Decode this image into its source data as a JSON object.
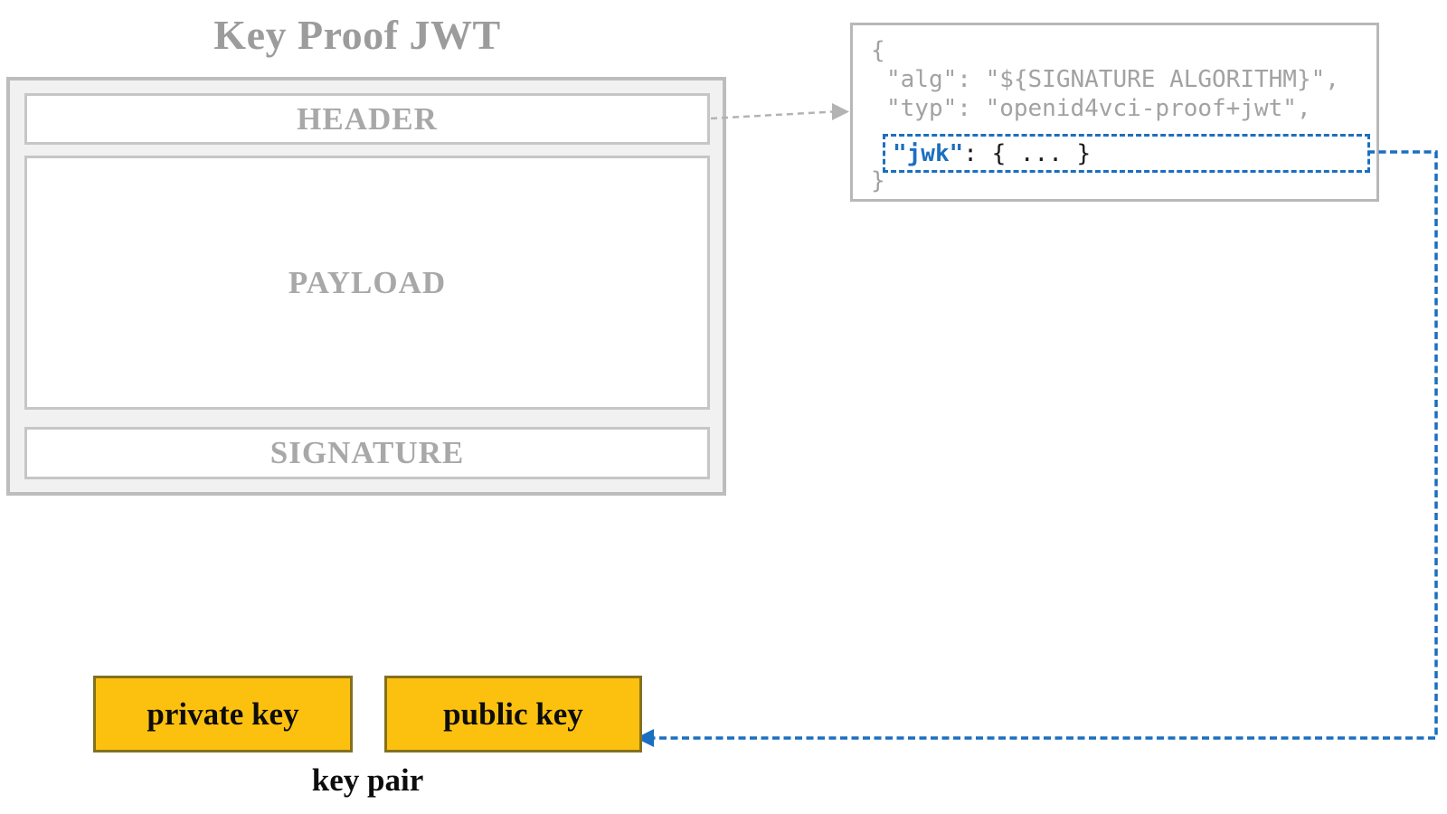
{
  "title": "Key Proof JWT",
  "jwt": {
    "sections": [
      {
        "label": "HEADER"
      },
      {
        "label": "PAYLOAD"
      },
      {
        "label": "SIGNATURE"
      }
    ]
  },
  "header_json": {
    "brace_open": "{",
    "line_alg": "\"alg\": \"${SIGNATURE ALGORITHM}\",",
    "line_typ": "\"typ\": \"openid4vci-proof+jwt\",",
    "jwk_key": "\"jwk\"",
    "jwk_rest": ": { ... }",
    "brace_close": "}"
  },
  "key_pair": {
    "private_label": "private key",
    "public_label": "public key",
    "caption": "key pair"
  },
  "colors": {
    "accent_blue": "#1b6fc0",
    "key_box_fill": "#fcc10f",
    "key_box_border": "#85701f",
    "outer_box_fill": "#f1f1f1",
    "outer_box_border": "#bdbdbd",
    "inner_box_border": "#c6c6c6",
    "code_box_border": "#b8b8b8",
    "gray_arrow": "#b3b3b3",
    "title_gray": "#9c9c9c",
    "section_gray": "#a8a8a8",
    "code_gray": "#a2a2a2",
    "code_black": "#1a1a1a",
    "key_text": "#0d0d0d"
  }
}
